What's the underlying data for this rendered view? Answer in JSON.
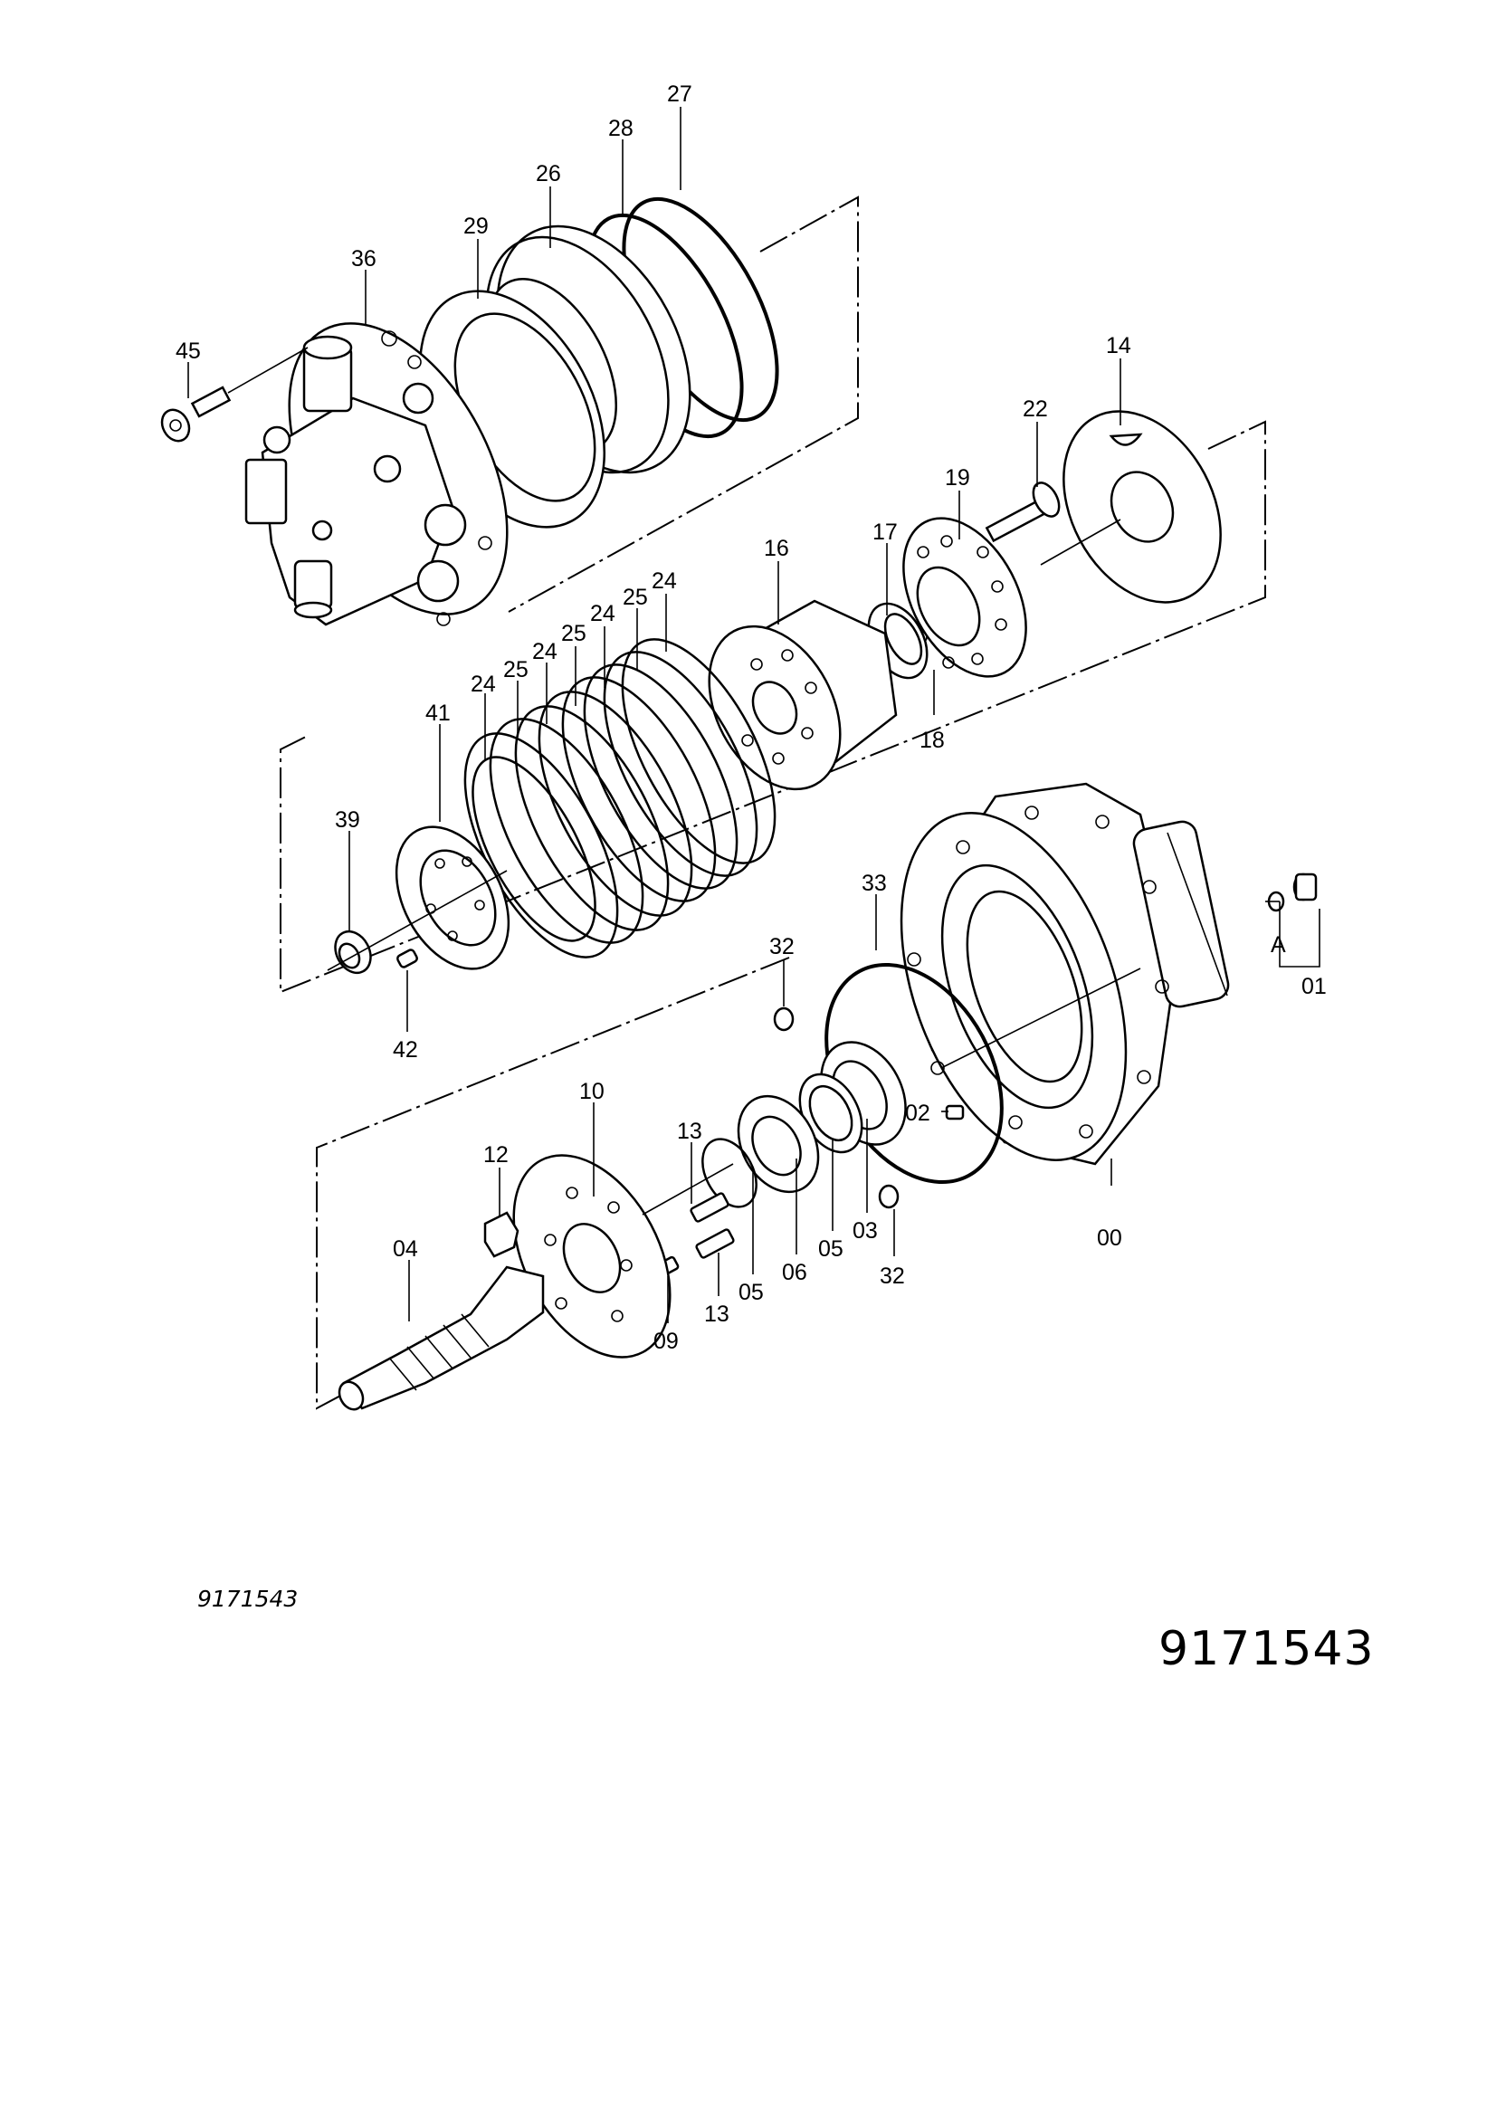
{
  "drawing_number_small": "9171543",
  "drawing_number_large": "9171543",
  "callouts": [
    {
      "id": "c27",
      "text": "27"
    },
    {
      "id": "c28",
      "text": "28"
    },
    {
      "id": "c26",
      "text": "26"
    },
    {
      "id": "c29",
      "text": "29"
    },
    {
      "id": "c36",
      "text": "36"
    },
    {
      "id": "c45",
      "text": "45"
    },
    {
      "id": "c14",
      "text": "14"
    },
    {
      "id": "c22",
      "text": "22"
    },
    {
      "id": "c19",
      "text": "19"
    },
    {
      "id": "c17",
      "text": "17"
    },
    {
      "id": "c16",
      "text": "16"
    },
    {
      "id": "c18",
      "text": "18"
    },
    {
      "id": "c24a",
      "text": "24"
    },
    {
      "id": "c25a",
      "text": "25"
    },
    {
      "id": "c24b",
      "text": "24"
    },
    {
      "id": "c25b",
      "text": "25"
    },
    {
      "id": "c24c",
      "text": "24"
    },
    {
      "id": "c25c",
      "text": "25"
    },
    {
      "id": "c24d",
      "text": "24"
    },
    {
      "id": "c41",
      "text": "41"
    },
    {
      "id": "c39",
      "text": "39"
    },
    {
      "id": "c42",
      "text": "42"
    },
    {
      "id": "c33",
      "text": "33"
    },
    {
      "id": "c32a",
      "text": "32"
    },
    {
      "id": "cA",
      "text": "A"
    },
    {
      "id": "c01",
      "text": "01"
    },
    {
      "id": "c10",
      "text": "10"
    },
    {
      "id": "c13a",
      "text": "13"
    },
    {
      "id": "c12",
      "text": "12"
    },
    {
      "id": "c02",
      "text": "02"
    },
    {
      "id": "c04",
      "text": "04"
    },
    {
      "id": "c05a",
      "text": "05"
    },
    {
      "id": "c06",
      "text": "06"
    },
    {
      "id": "c05b",
      "text": "05"
    },
    {
      "id": "c03",
      "text": "03"
    },
    {
      "id": "c00",
      "text": "00"
    },
    {
      "id": "c09",
      "text": "09"
    },
    {
      "id": "c13b",
      "text": "13"
    },
    {
      "id": "c32b",
      "text": "32"
    }
  ]
}
